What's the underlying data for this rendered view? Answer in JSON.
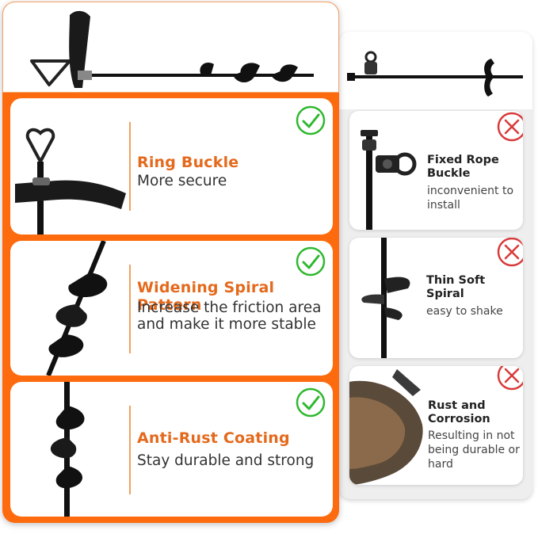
{
  "good": [
    {
      "title": "Ring Buckle",
      "desc": "More secure"
    },
    {
      "title": "Widening Spiral Pattern",
      "desc": "Increase the friction area and make it more stable"
    },
    {
      "title": "Anti-Rust Coating",
      "desc": "Stay durable and strong"
    }
  ],
  "bad": [
    {
      "title": "Fixed Rope Buckle",
      "desc": "inconvenient to install"
    },
    {
      "title": "Thin Soft Spiral",
      "desc": "easy to shake"
    },
    {
      "title": "Rust and Corrosion",
      "desc": "Resulting in not being durable or hard"
    }
  ],
  "icons": {
    "good": "check-circle-icon",
    "bad": "x-circle-icon"
  },
  "colors": {
    "accent": "#fe6b0f",
    "title": "#e4691c",
    "check": "#2eb82e",
    "cross": "#d83a3a"
  }
}
